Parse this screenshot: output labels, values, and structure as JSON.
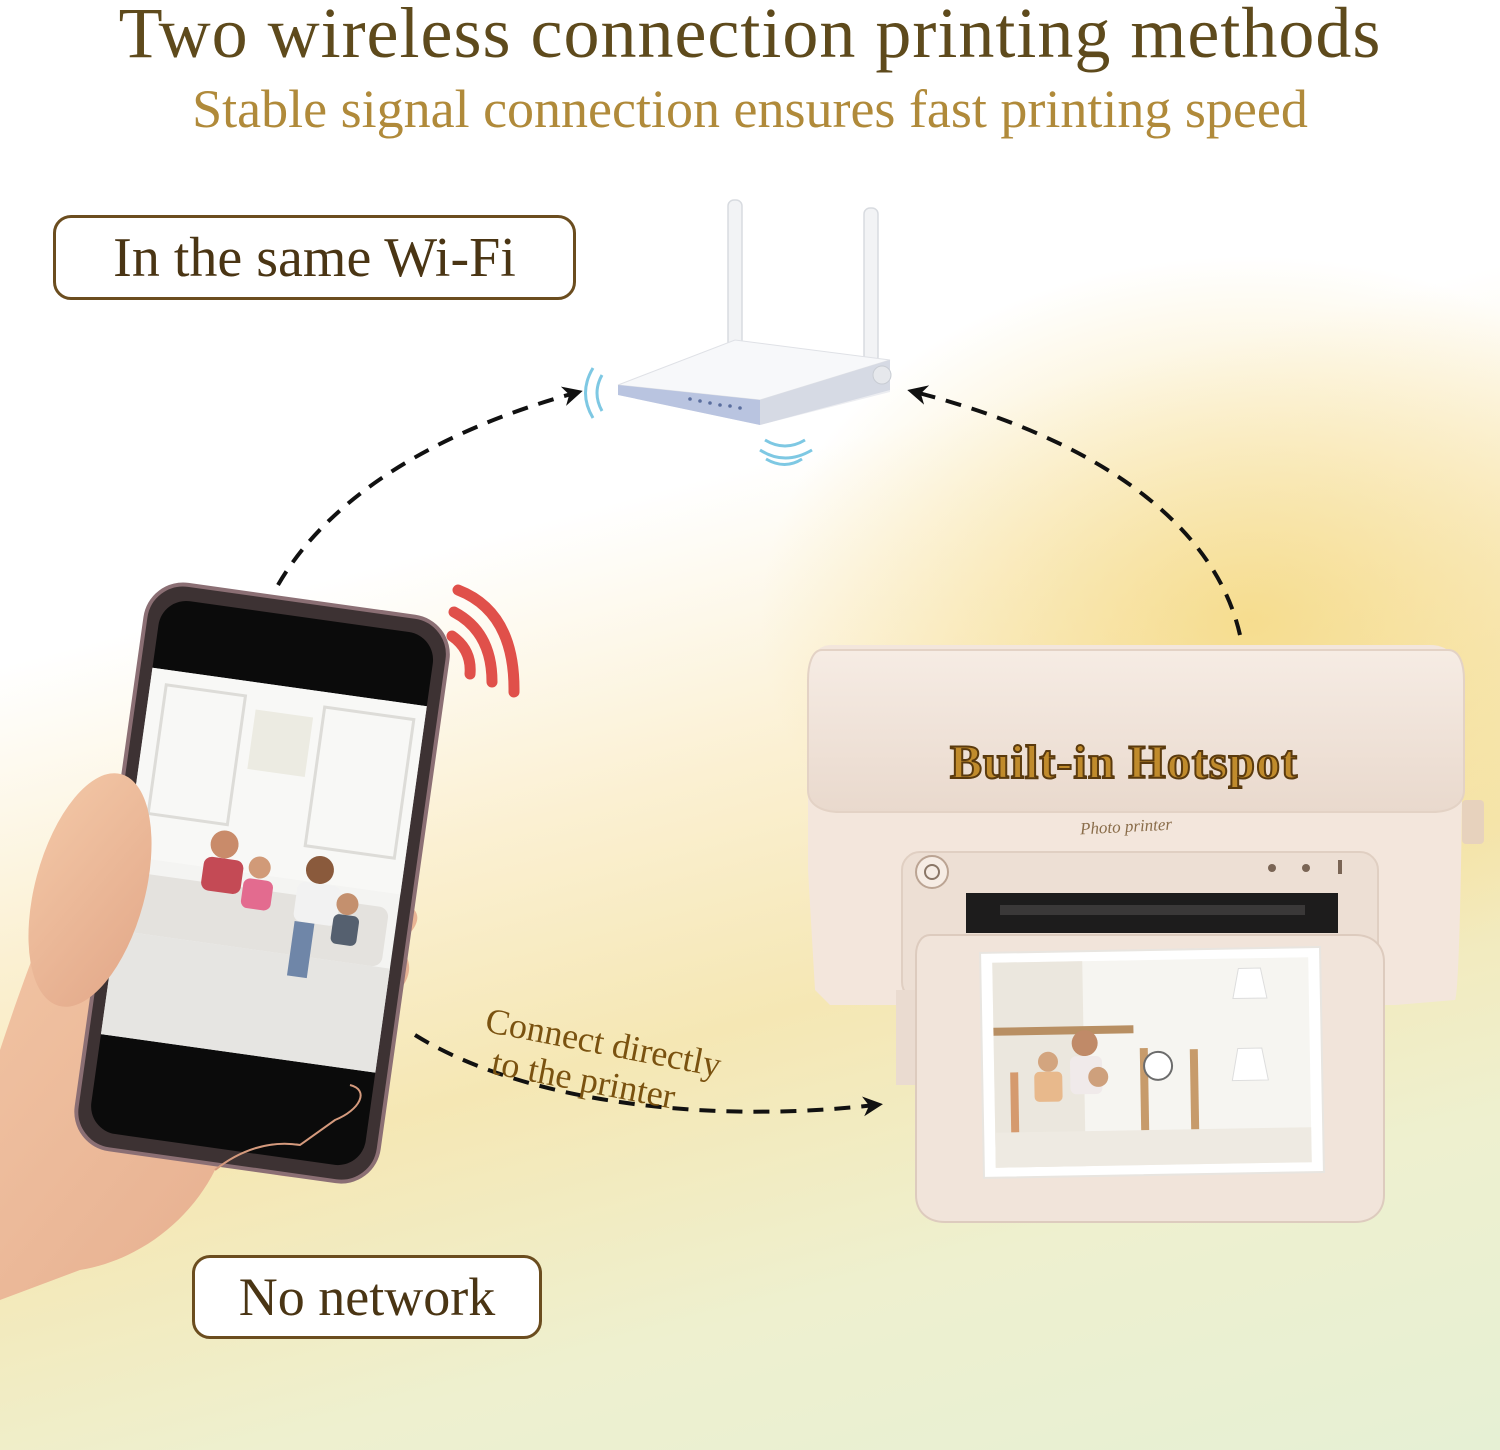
{
  "header": {
    "title": "Two wireless connection printing methods",
    "subtitle": "Stable signal connection ensures fast printing speed"
  },
  "labels": {
    "same_wifi": "In the same Wi-Fi",
    "no_network": "No network",
    "built_in_hotspot": "Built-in Hotspot",
    "printer_brand": "Photo printer",
    "direct_line1": "Connect directly",
    "direct_line2": "to the printer"
  },
  "colors": {
    "title": "#5e4a1c",
    "subtitle": "#b08a3a",
    "pill_border": "#6b4d1f",
    "signal": "#e0504a",
    "router_wave": "#7ec8e3",
    "arrow": "#111111"
  },
  "icons": [
    "router-icon",
    "phone-icon",
    "printer-icon",
    "signal-waves-icon",
    "arrow-icon"
  ]
}
